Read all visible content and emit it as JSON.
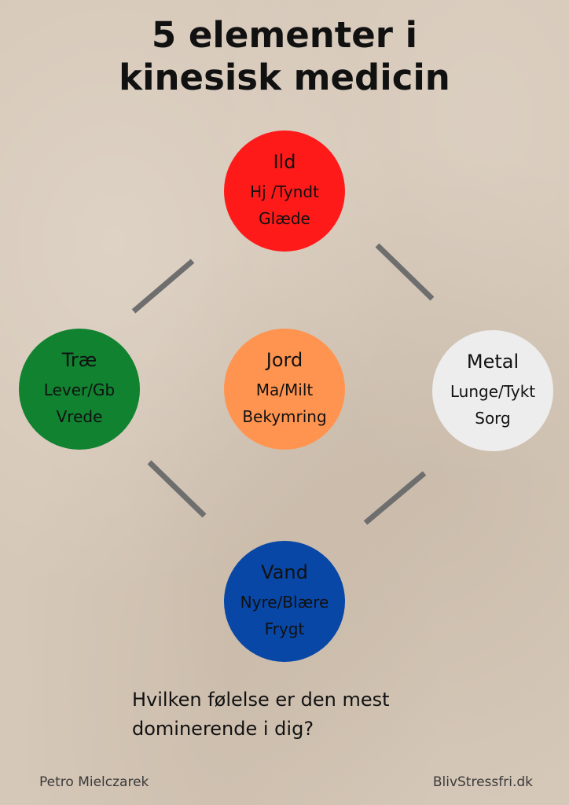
{
  "title": {
    "line1": "5 elementer i",
    "line2": "kinesisk medicin"
  },
  "elements": {
    "ild": {
      "name": "Ild",
      "organs": "Hj /Tyndt",
      "emotion": "Glæde",
      "color": "#ff1a1a"
    },
    "trae": {
      "name": "Træ",
      "organs": "Lever/Gb",
      "emotion": "Vrede",
      "color": "#118230"
    },
    "jord": {
      "name": "Jord",
      "organs": "Ma/Milt",
      "emotion": "Bekymring",
      "color": "#ff9450"
    },
    "metal": {
      "name": "Metal",
      "organs": "Lunge/Tykt",
      "emotion": "Sorg",
      "color": "#ededed"
    },
    "vand": {
      "name": "Vand",
      "organs": "Nyre/Blære",
      "emotion": "Frygt",
      "color": "#0847a6"
    }
  },
  "question": {
    "line1": "Hvilken følelse er den mest",
    "line2": "dominerende i dig?"
  },
  "footer": {
    "author": "Petro Mielczarek",
    "site": "BlivStressfri.dk"
  }
}
